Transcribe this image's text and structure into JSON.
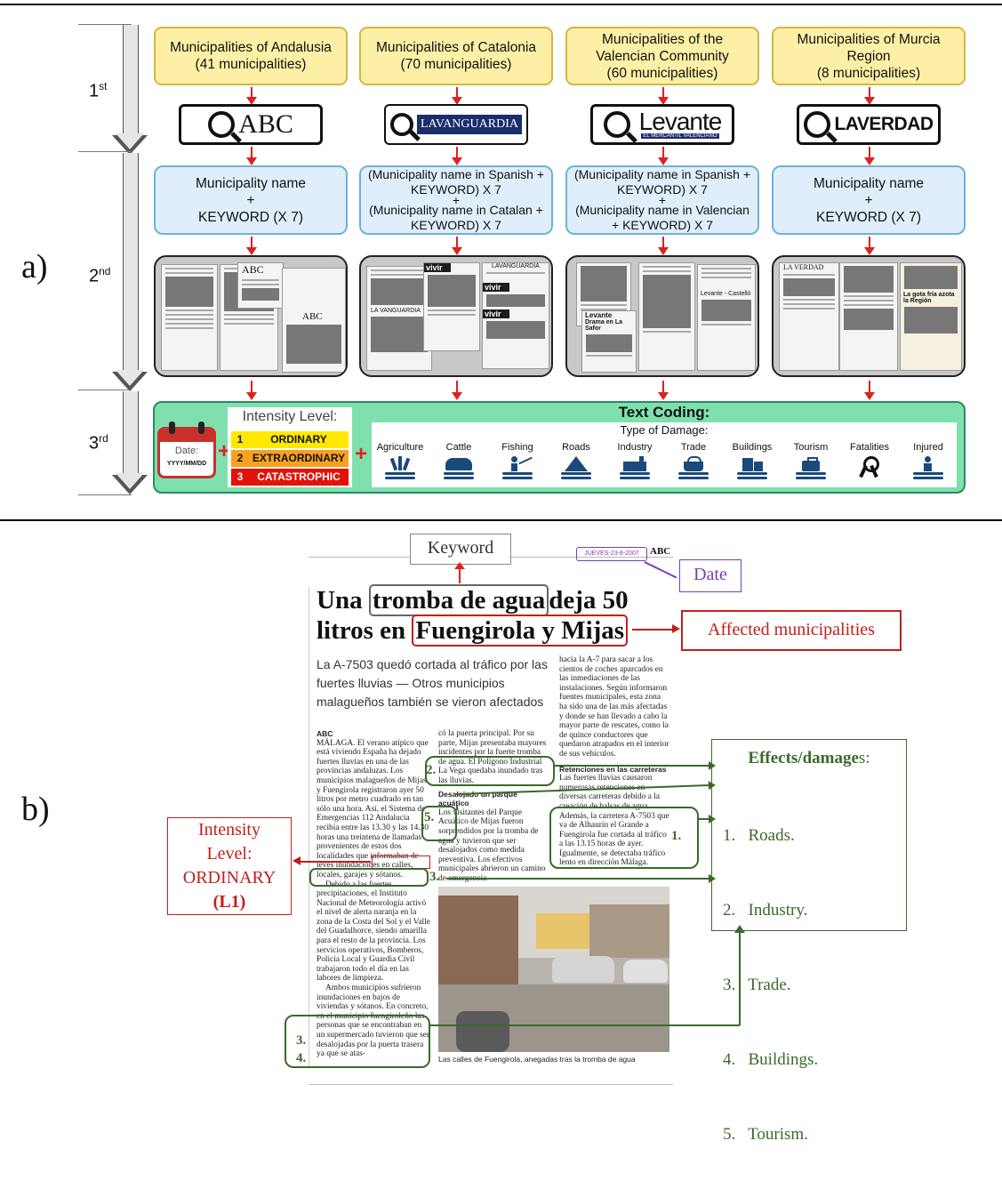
{
  "panels": {
    "a_label": "a)",
    "b_label": "b)"
  },
  "stages": [
    {
      "num": "1",
      "sup": "st"
    },
    {
      "num": "2",
      "sup": "nd"
    },
    {
      "num": "3",
      "sup": "rd"
    }
  ],
  "regions": [
    {
      "line1": "Municipalities of Andalusia",
      "line2": "(41 municipalities)",
      "line3": ""
    },
    {
      "line1": "Municipalities of Catalonia",
      "line2": "(70 municipalities)",
      "line3": ""
    },
    {
      "line1": "Municipalities of the",
      "line2": "Valencian Community",
      "line3": "(60 municipalities)"
    },
    {
      "line1": "Municipalities of Murcia",
      "line2": "Region",
      "line3": "(8 municipalities)"
    }
  ],
  "newspapers": [
    {
      "logo": "ABC",
      "sub": ""
    },
    {
      "logo": "LAVANGUARDIA",
      "sub": ""
    },
    {
      "logo": "Levante",
      "sub": "EL MERCANTIL VALENCIANO"
    },
    {
      "logo": "LAVERDAD",
      "sub": ""
    }
  ],
  "queries": [
    {
      "l1": "Municipality name",
      "l2": "+",
      "l3": "KEYWORD (X 7)",
      "l4": "",
      "l5": ""
    },
    {
      "l1": "(Municipality name in Spanish +",
      "l2": "KEYWORD) X 7",
      "l3": "+",
      "l4": "(Municipality name in Catalan +",
      "l5": "KEYWORD) X 7"
    },
    {
      "l1": "(Municipality name in Spanish +",
      "l2": "KEYWORD) X 7",
      "l3": "+",
      "l4": "(Municipality name in Valencian",
      "l5": "+ KEYWORD) X 7"
    },
    {
      "l1": "Municipality name",
      "l2": "+",
      "l3": "KEYWORD (X 7)",
      "l4": "",
      "l5": ""
    }
  ],
  "clippings_text": {
    "abc1": "ABC",
    "abc2": "ABC",
    "vivir1": "vivir",
    "vivir2": "vivir",
    "vivir3": "vivir",
    "lv1": "LAVANGUARDIA",
    "lv2": "LA VANGUARDIA",
    "lev1": "Levante",
    "lev2": "Levante - Castelló",
    "lev3": "Drama en La Safor",
    "verdad1": "LA VERDAD",
    "verdad2": "La gota fría azota la Región"
  },
  "coding": {
    "calendar_label": "Date:",
    "calendar_format": "YYYY/MM/DD",
    "plus": "+",
    "intensity_title": "Intensity Level:",
    "intensity_levels": [
      {
        "n": "1",
        "label": "ORDINARY",
        "color": "#ffe800",
        "text_color": "#222222"
      },
      {
        "n": "2",
        "label": "EXTRAORDINARY",
        "color": "#f6a21e",
        "text_color": "#222222"
      },
      {
        "n": "3",
        "label": "CATASTROPHIC",
        "color": "#e3120b",
        "text_color": "#ffffff"
      }
    ],
    "text_coding_title": "Text Coding:",
    "damage_title": "Type of Damage:",
    "damage_types": [
      "Agriculture",
      "Cattle",
      "Fishing",
      "Roads",
      "Industry",
      "Trade",
      "Buildings",
      "Tourism",
      "Fatalities",
      "Injured"
    ]
  },
  "article": {
    "keyword_label": "Keyword",
    "date_label": "Date",
    "date_text": "JUEVES-23-8-2007",
    "paper": "ABC",
    "headline_1a": "Una",
    "headline_1b": "tromba de agua",
    "headline_1c": "deja 50",
    "headline_2a": "litros en",
    "headline_2b": "Fuengirola y Mijas",
    "affected_label": "Affected municipalities",
    "subhead": "La A-7503 quedó cortada al tráfico por las fuertes lluvias — Otros municipios malagueños también se vieron afectados",
    "intensity_label_1": "Intensity",
    "intensity_label_2": "Level:",
    "intensity_label_3": "ORDINARY",
    "intensity_label_4": "(L1)",
    "effects_title": "Effects/damage",
    "effects_title_s": "s:",
    "effects": [
      "1.   Roads.",
      "2.   Industry.",
      "3.   Trade.",
      "4.   Buildings.",
      "5.   Tourism."
    ],
    "markers": {
      "m1": "1.",
      "m2": "2.",
      "m3a": "3.",
      "m3b": "3.",
      "m4": "4.",
      "m5": "5."
    },
    "photo_caption": "Las calles de Fuengirola, anegadas tras la tromba de agua",
    "col1": [
      "ABC",
      "MÁLAGA. El verano atípico que está viviendo España ha dejado fuertes lluvias en una de las provincias andaluzas. Los municipios malagueños de Mijas y Fuengirola registraron ayer 50 litros por metro cuadrado en tan sólo una hora. Así, el Sistema de Emergencias 112 Andalucía recibía entre las 13.30 y las 14.30 horas una treintena de llamadas provenientes de estos dos localidades que informaban de leves inundaciones en calles, locales, garajes y sótanos.",
      "Debido a las fuertes precipitaciones, el Instituto Nacional de Meteorología activó el nivel de alerta naranja en la zona de la Costa del Sol y el Valle del Guadalhorce, siendo amarilla para el resto de la provincia. Los servicios operativos, Bomberos, Policía Local y Guardia Civil trabajaron todo el día en las labores de limpieza.",
      "Ambos municipios sufrieron inundaciones en bajos de viviendas y sótanos. En concreto, en el municipio fuengiroleño las personas que se encontraban en un supermercado tuvieron que ser desalojadas por la puerta trasera ya que se atas-"
    ],
    "col2": [
      "có la puerta principal. Por su parte, Mijas presentaba mayores incidentes por la fuerte tromba de agua. El Polígono Industrial La Vega quedaba inundado tras las lluvias.",
      "Desalojado un parque acuático",
      "Los visitantes del Parque Acuático de Mijas fueron sorprendidos por la tromba de agua y tuvieron que ser desalojados como medida preventiva. Los efectivos municipales abrieron un camino de emergencia"
    ],
    "col3": [
      "hacia la A-7 para sacar a los cientos de coches aparcados en las inmediaciones de las instalaciones. Según informaron fuentes municipales, esta zona ha sido una de las más afectadas y donde se han llevado a cabo la mayor parte de rescates, como la de quince conductores que quedaron atrapados en el interior de sus vehículos.",
      "Retenciones en las carreteras",
      "Las fuertes lluvias causaron numerosas retenciones en diversas carreteras debido a la creación de balsas de agua. Además, la carretera A-7503 que va de Alhaurín el Grande a Fuengirola fue cortada al tráfico a las 13.15 horas de ayer. Igualmente, se detectaba tráfico lento en dirección Málaga."
    ]
  }
}
